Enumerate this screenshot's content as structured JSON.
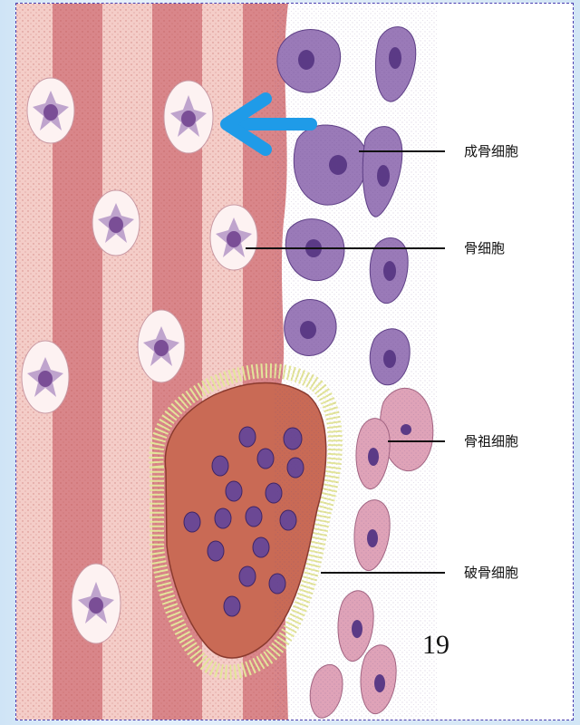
{
  "labels": {
    "osteoblast": "成骨细胞",
    "osteocyte": "骨细胞",
    "osteoprogenitor": "骨祖细胞",
    "osteoclast": "破骨细胞"
  },
  "page_number": "19",
  "colors": {
    "arrow": "#1f9be8",
    "bone_light": "#f3c9c4",
    "bone_dark": "#d97f80",
    "cell_purple": "#8a6ca8",
    "osteoclast": "#c76a55",
    "frame_border": "#4a3fb0"
  }
}
